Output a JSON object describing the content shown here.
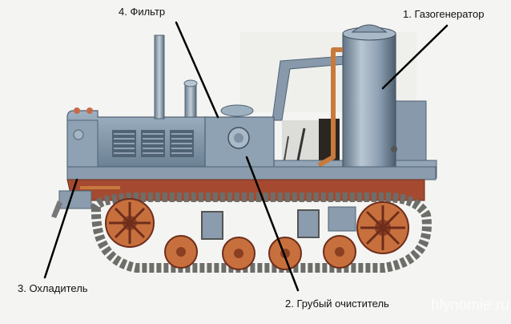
{
  "labels": {
    "gas_generator": "1. Газогенератор",
    "coarse_cleaner": "2. Грубый очиститель",
    "cooler": "3. Охладитель",
    "filter": "4. Фильтр"
  },
  "watermark": "hlynomie.ru",
  "colors": {
    "body_blue": "#7e93a6",
    "body_dark": "#4f6374",
    "frame_red": "#a54a30",
    "wheel_orange": "#c7703e",
    "track_gray": "#6d6d6a",
    "leader_line": "#000000"
  }
}
